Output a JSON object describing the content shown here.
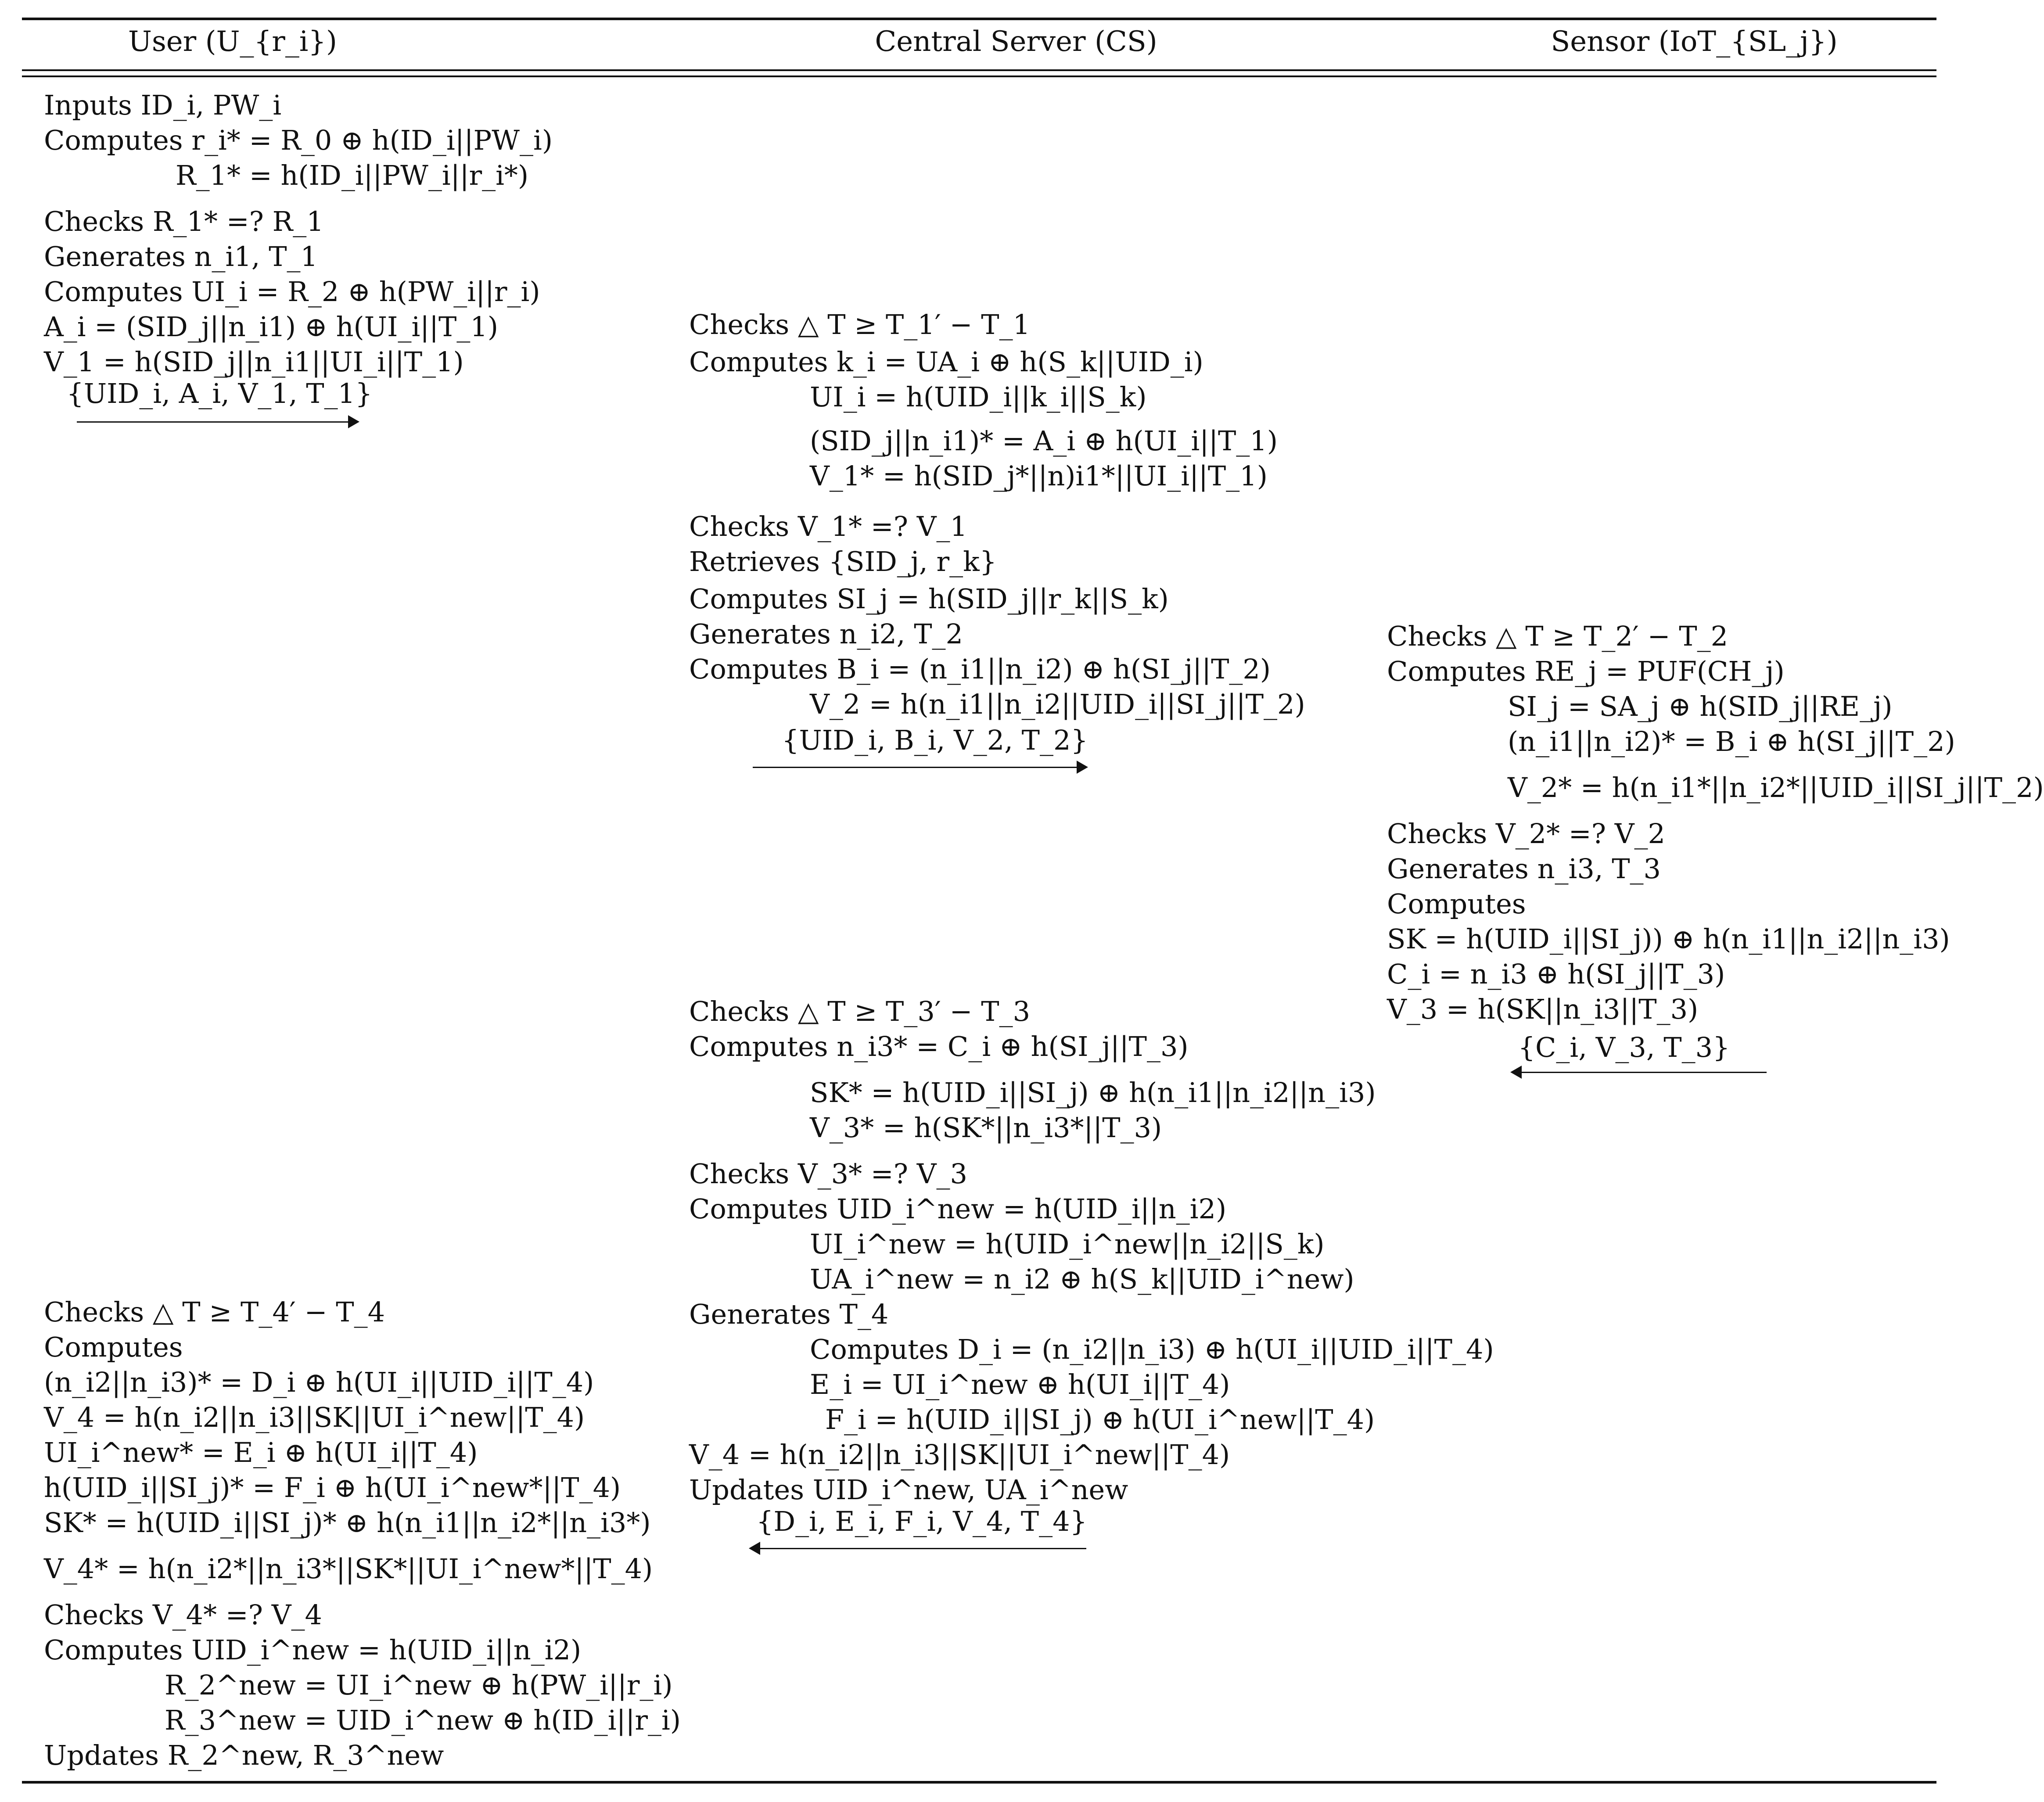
{
  "header": {
    "user": "User (U_{r_i})",
    "server": "Central Server (CS)",
    "sensor": "Sensor (IoT_{SL_j})"
  },
  "user_block1": [
    "Inputs ID_i, PW_i",
    "Computes r_i* = R_0 ⊕ h(ID_i||PW_i)",
    "R_1* = h(ID_i||PW_i||r_i*)",
    "Checks R_1* =? R_1",
    "Generates n_i1, T_1",
    "Computes UI_i = R_2 ⊕ h(PW_i||r_i)",
    "A_i = (SID_j||n_i1) ⊕ h(UI_i||T_1)",
    "V_1 = h(SID_j||n_i1||UI_i||T_1)"
  ],
  "msg1": "{UID_i, A_i, V_1, T_1}",
  "server_block1": [
    "Checks △ T ≥ T_1′ − T_1",
    "Computes k_i = UA_i ⊕ h(S_k||UID_i)",
    "UI_i = h(UID_i||k_i||S_k)",
    "(SID_j||n_i1)* = A_i ⊕ h(UI_i||T_1)",
    "V_1* = h(SID_j*||n)i1*||UI_i||T_1)",
    "Checks V_1* =? V_1",
    "Retrieves {SID_j, r_k}",
    "Computes SI_j = h(SID_j||r_k||S_k)",
    "Generates n_i2, T_2",
    "Computes B_i = (n_i1||n_i2) ⊕ h(SI_j||T_2)",
    "V_2 = h(n_i1||n_i2||UID_i||SI_j||T_2)"
  ],
  "msg2": "{UID_i, B_i, V_2, T_2}",
  "sensor_block": [
    "Checks △ T ≥ T_2′ − T_2",
    "Computes RE_j = PUF(CH_j)",
    "SI_j = SA_j ⊕ h(SID_j||RE_j)",
    "(n_i1||n_i2)* = B_i ⊕ h(SI_j||T_2)",
    "V_2* = h(n_i1*||n_i2*||UID_i||SI_j||T_2)",
    "Checks V_2* =? V_2",
    "Generates n_i3, T_3",
    "Computes",
    "SK = h(UID_i||SI_j)) ⊕ h(n_i1||n_i2||n_i3)",
    "C_i = n_i3 ⊕ h(SI_j||T_3)",
    "V_3 = h(SK||n_i3||T_3)"
  ],
  "msg3": "{C_i, V_3, T_3}",
  "server_block2": [
    "Checks △ T ≥ T_3′ − T_3",
    "Computes n_i3* = C_i ⊕ h(SI_j||T_3)",
    "SK* = h(UID_i||SI_j) ⊕ h(n_i1||n_i2||n_i3)",
    "V_3* = h(SK*||n_i3*||T_3)",
    "Checks V_3* =? V_3",
    "Computes UID_i^new = h(UID_i||n_i2)",
    "UI_i^new = h(UID_i^new||n_i2||S_k)",
    "UA_i^new = n_i2 ⊕ h(S_k||UID_i^new)",
    "Generates T_4",
    "Computes D_i = (n_i2||n_i3) ⊕ h(UI_i||UID_i||T_4)",
    "E_i = UI_i^new ⊕ h(UI_i||T_4)",
    "F_i = h(UID_i||SI_j) ⊕ h(UI_i^new||T_4)",
    "V_4 = h(n_i2||n_i3||SK||UI_i^new||T_4)",
    "Updates UID_i^new, UA_i^new"
  ],
  "msg4": "{D_i, E_i, F_i, V_4, T_4}",
  "user_block2": [
    "Checks △ T ≥ T_4′ − T_4",
    "Computes",
    "(n_i2||n_i3)* = D_i ⊕ h(UI_i||UID_i||T_4)",
    "V_4 = h(n_i2||n_i3||SK||UI_i^new||T_4)",
    "UI_i^new* = E_i ⊕ h(UI_i||T_4)",
    "h(UID_i||SI_j)* = F_i ⊕ h(UI_i^new*||T_4)",
    "SK* = h(UID_i||SI_j)* ⊕ h(n_i1||n_i2*||n_i3*)",
    "V_4* = h(n_i2*||n_i3*||SK*||UI_i^new*||T_4)",
    "Checks V_4* =? V_4",
    "Computes UID_i^new = h(UID_i||n_i2)",
    "R_2^new = UI_i^new ⊕ h(PW_i||r_i)",
    "R_3^new = UID_i^new ⊕ h(ID_i||r_i)",
    "Updates R_2^new, R_3^new"
  ]
}
